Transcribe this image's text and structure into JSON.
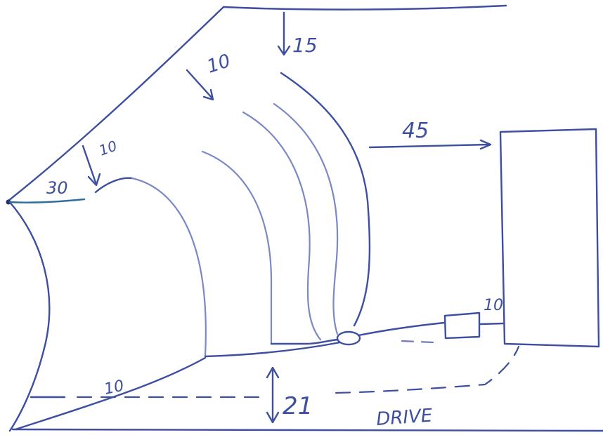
{
  "labels": {
    "dim_top": "15",
    "dim_upper": "10",
    "dim_left_offset": "30",
    "dim_left_arrow": "10",
    "dim_gap": "45",
    "dim_box": "10",
    "dim_bottom_left": "10",
    "dim_drive_width": "21",
    "drive": "DRIVE"
  },
  "colors": {
    "ink": "#3d4f9e",
    "ink_light": "#7c88c4",
    "ink_teal": "#2e6fa0"
  }
}
